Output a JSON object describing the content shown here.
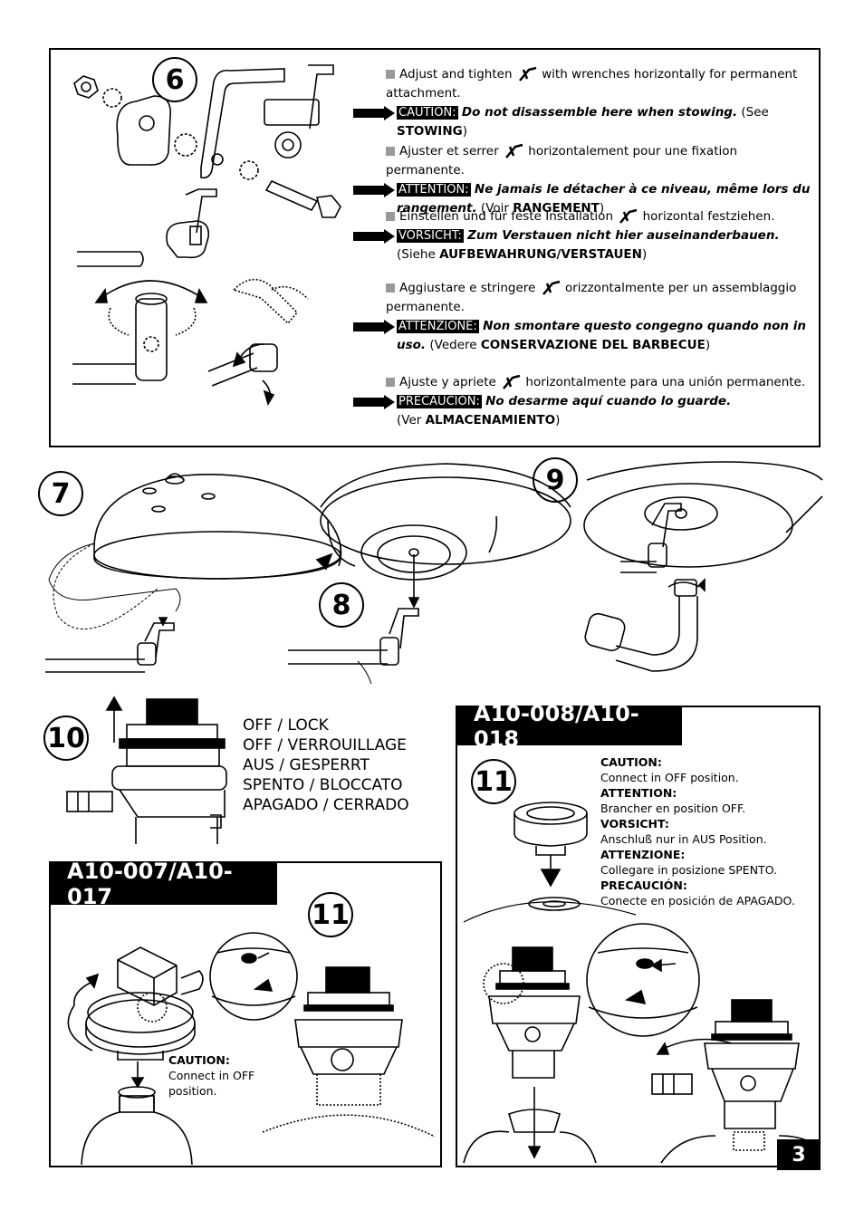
{
  "section6": {
    "number": "6",
    "en": {
      "text": "Adjust and tighten",
      "text_after": "with wrenches  horizontally for permanent attachment.",
      "tag": "CAUTION:",
      "warning": "Do not disassemble here when stowing.",
      "see_pre": "(See",
      "see_bold": "STOWING",
      "see_post": ")"
    },
    "fr": {
      "text": "Ajuster et serrer",
      "text_after": "horizontalement pour une fixation permanente.",
      "tag": "ATTENTION:",
      "warning": "Ne jamais le détacher à ce niveau, même lors du rangement.",
      "see_pre": "(Voir",
      "see_bold": "RANGEMENT",
      "see_post": ")"
    },
    "de": {
      "text": "Einstellen und für feste Installation",
      "text_after": "horizontal festziehen.",
      "tag": "VORSICHT:",
      "warning": "Zum Verstauen nicht hier auseinanderbauen.",
      "see_pre": "(Siehe",
      "see_bold": "AUFBEWAHRUNG/VERSTAUEN",
      "see_post": ")"
    },
    "it": {
      "text": "Aggiustare e stringere",
      "text_after": "orizzontalmente per un assemblaggio permanente.",
      "tag": "ATTENZIONE:",
      "warning": "Non smontare questo congegno quando non in uso.",
      "see_pre": "(Vedere",
      "see_bold": "CONSERVAZIONE DEL BARBECUE",
      "see_post": ")"
    },
    "es": {
      "text": "Ajuste y apriete",
      "text_after": "horizontalmente para una unión permanente.",
      "tag": "PRECAUCIÓN:",
      "warning": "No desarme aquí cuando lo guarde.",
      "see_pre": "(Ver",
      "see_bold": "ALMACENAMIENTO",
      "see_post": ")"
    }
  },
  "steps": {
    "s7": "7",
    "s8": "8",
    "s9": "9",
    "s10": "10",
    "s11a": "11",
    "s11b": "11"
  },
  "step10_states": [
    "OFF / LOCK",
    "OFF / VERROUILLAGE",
    "AUS / GESPERRT",
    "SPENTO / BLOCCATO",
    "APAGADO / CERRADO"
  ],
  "model_left": "A10-007/A10-017",
  "model_right": "A10-008/A10-018",
  "caution_right": [
    {
      "label": "CAUTION:",
      "text": "Connect in  OFF  position."
    },
    {
      "label": "ATTENTION:",
      "text": "Brancher en position OFF."
    },
    {
      "label": "VORSICHT:",
      "text": "Anschluß nur in AUS Position."
    },
    {
      "label": "ATTENZIONE:",
      "text": "Collegare in posizione SPENTO."
    },
    {
      "label": "PRECAUCIÓN:",
      "text": "Conecte en posición de APAGADO."
    }
  ],
  "caution_left": {
    "label": "CAUTION:",
    "line1": "Connect in OFF",
    "line2": "position."
  },
  "page_number": "3"
}
